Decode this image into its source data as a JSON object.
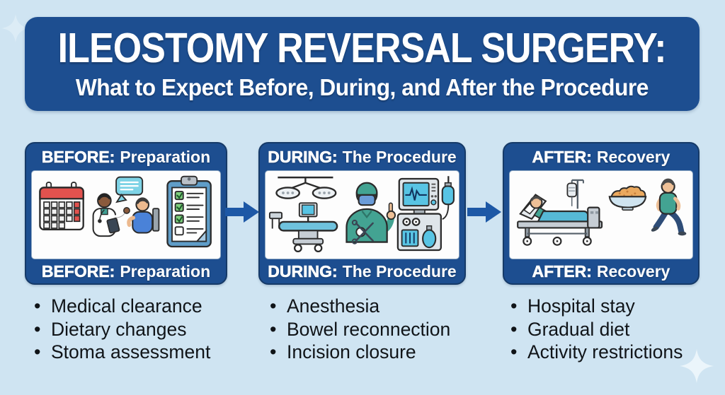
{
  "header": {
    "title": "ILEOSTOMY REVERSAL SURGERY:",
    "subtitle": "What to Expect Before, During, and After the Procedure"
  },
  "panels": [
    {
      "prefix": "BEFORE:",
      "label": "Preparation",
      "icons": [
        "calendar-icon",
        "doctor-consultation-icon",
        "checklist-clipboard-icon"
      ],
      "bullets": [
        "Medical clearance",
        "Dietary changes",
        "Stoma assessment"
      ]
    },
    {
      "prefix": "DURING:",
      "label": "The Procedure",
      "icons": [
        "operating-table-icon",
        "surgeon-icon",
        "anesthesia-machine-icon"
      ],
      "bullets": [
        "Anesthesia",
        "Bowel reconnection",
        "Incision closure"
      ]
    },
    {
      "prefix": "AFTER:",
      "label": "Recovery",
      "icons": [
        "hospital-bed-icon",
        "food-bowl-icon",
        "walking-person-icon"
      ],
      "bullets": [
        "Hospital stay",
        "Gradual diet",
        "Activity restrictions"
      ]
    }
  ],
  "colors": {
    "background": "#cfe4f2",
    "banner_blue": "#1d4e90",
    "arrow_blue": "#1d58a6",
    "calendar_red": "#e2524e",
    "scrubs_teal": "#43a392",
    "screen_cyan": "#58c4e4",
    "check_green": "#7fcf7c",
    "blanket_blue": "#56b9d6",
    "bullet_text": "#101418"
  }
}
